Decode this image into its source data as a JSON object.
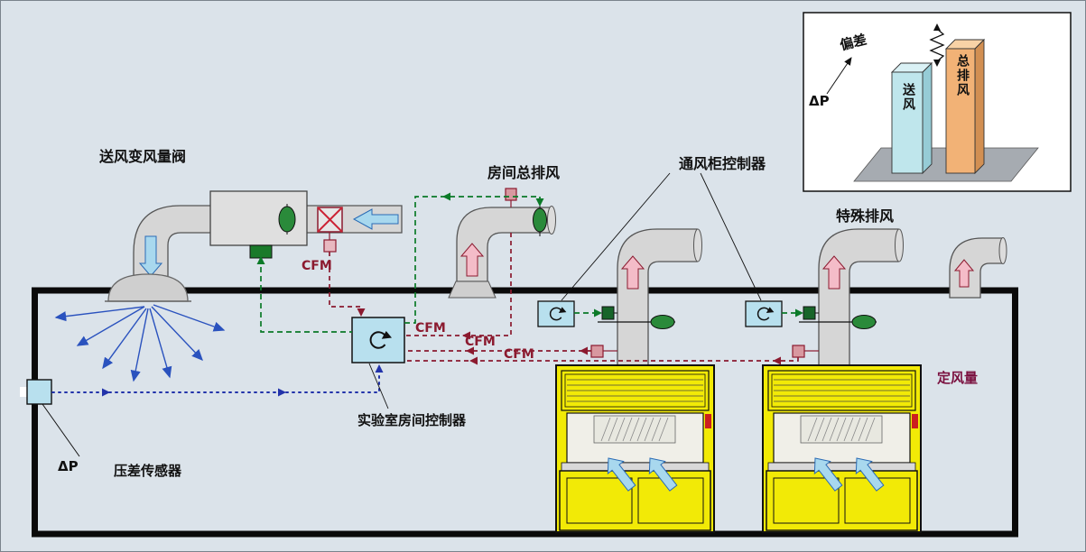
{
  "diagram": {
    "labels": {
      "supply_vav": "送风变风量阀",
      "room_total_exhaust": "房间总排风",
      "fume_hood_controller": "通风柜控制器",
      "special_exhaust": "特殊排风",
      "constant_air_volume": "定风量",
      "lab_room_controller": "实验室房间控制器",
      "delta_p": "ΔP",
      "dp_sensor": "压差传感器",
      "cfm_vav": "CFM",
      "cfm_room_exhaust": "CFM",
      "cfm_hood1": "CFM",
      "cfm_hood2": "CFM"
    },
    "inset": {
      "deviation": "偏差",
      "delta_p": "ΔP",
      "supply_bar": "送风",
      "total_exhaust_bar": "总排风"
    },
    "colors": {
      "background": "#dbe3ea",
      "duct_gray": "#d6d6d6",
      "hood_yellow": "#f2ea06",
      "controller_blue": "#b8e0ee",
      "signal_green": "#0b7a28",
      "signal_maroon": "#8b1a2f",
      "signal_blue": "#2233aa",
      "supply_bar_cyan": "#bfe6ec",
      "exhaust_bar_orange": "#f2b276",
      "flow_pink": "#f4bcc8"
    }
  }
}
